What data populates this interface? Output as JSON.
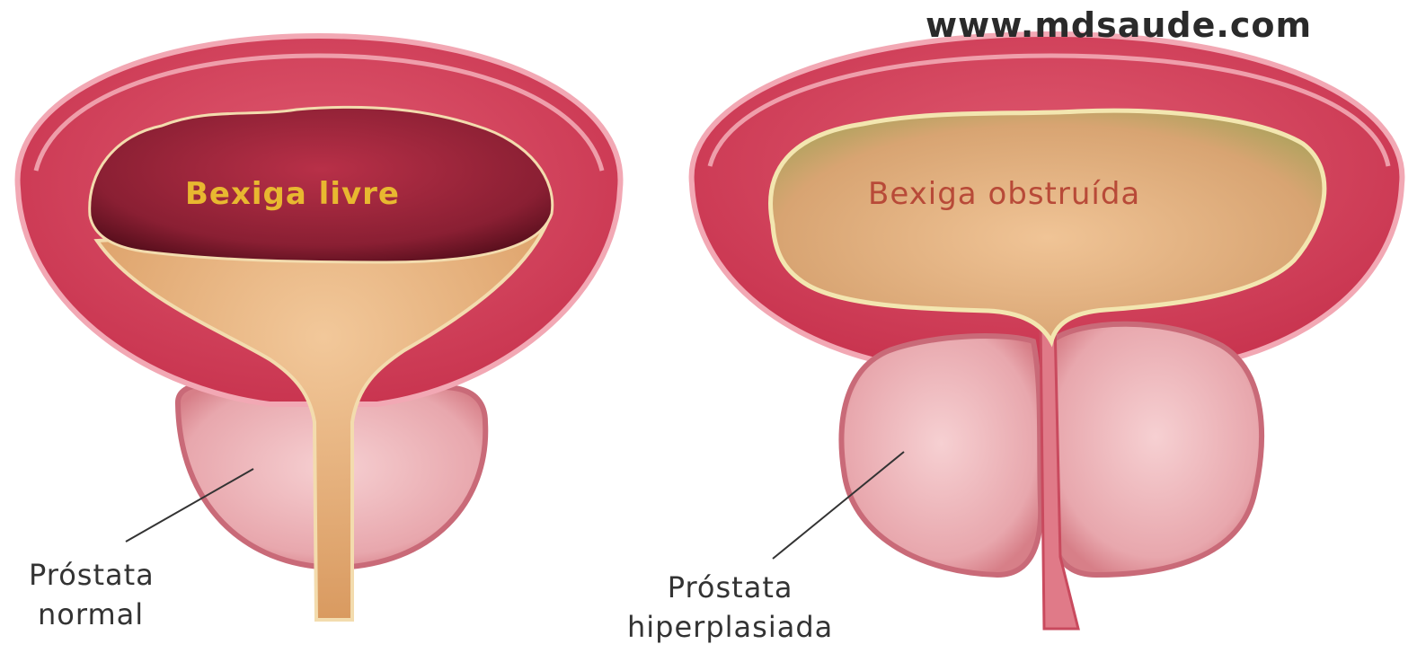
{
  "watermark": "www.mdsaude.com",
  "left_panel": {
    "bladder_label": "Bexiga livre",
    "caption_line1": "Próstata",
    "caption_line2": "normal"
  },
  "right_panel": {
    "bladder_label": "Bexiga obstruída",
    "caption_line1": "Próstata",
    "caption_line2": "hiperplasiada"
  },
  "colors": {
    "bladder_wall": "#d9475e",
    "bladder_rim": "#f2a8b4",
    "lumen_dark": "#7a1a2a",
    "urine": "#e8b07a",
    "prostate": "#e8a7ad",
    "leader_line": "#333333"
  }
}
